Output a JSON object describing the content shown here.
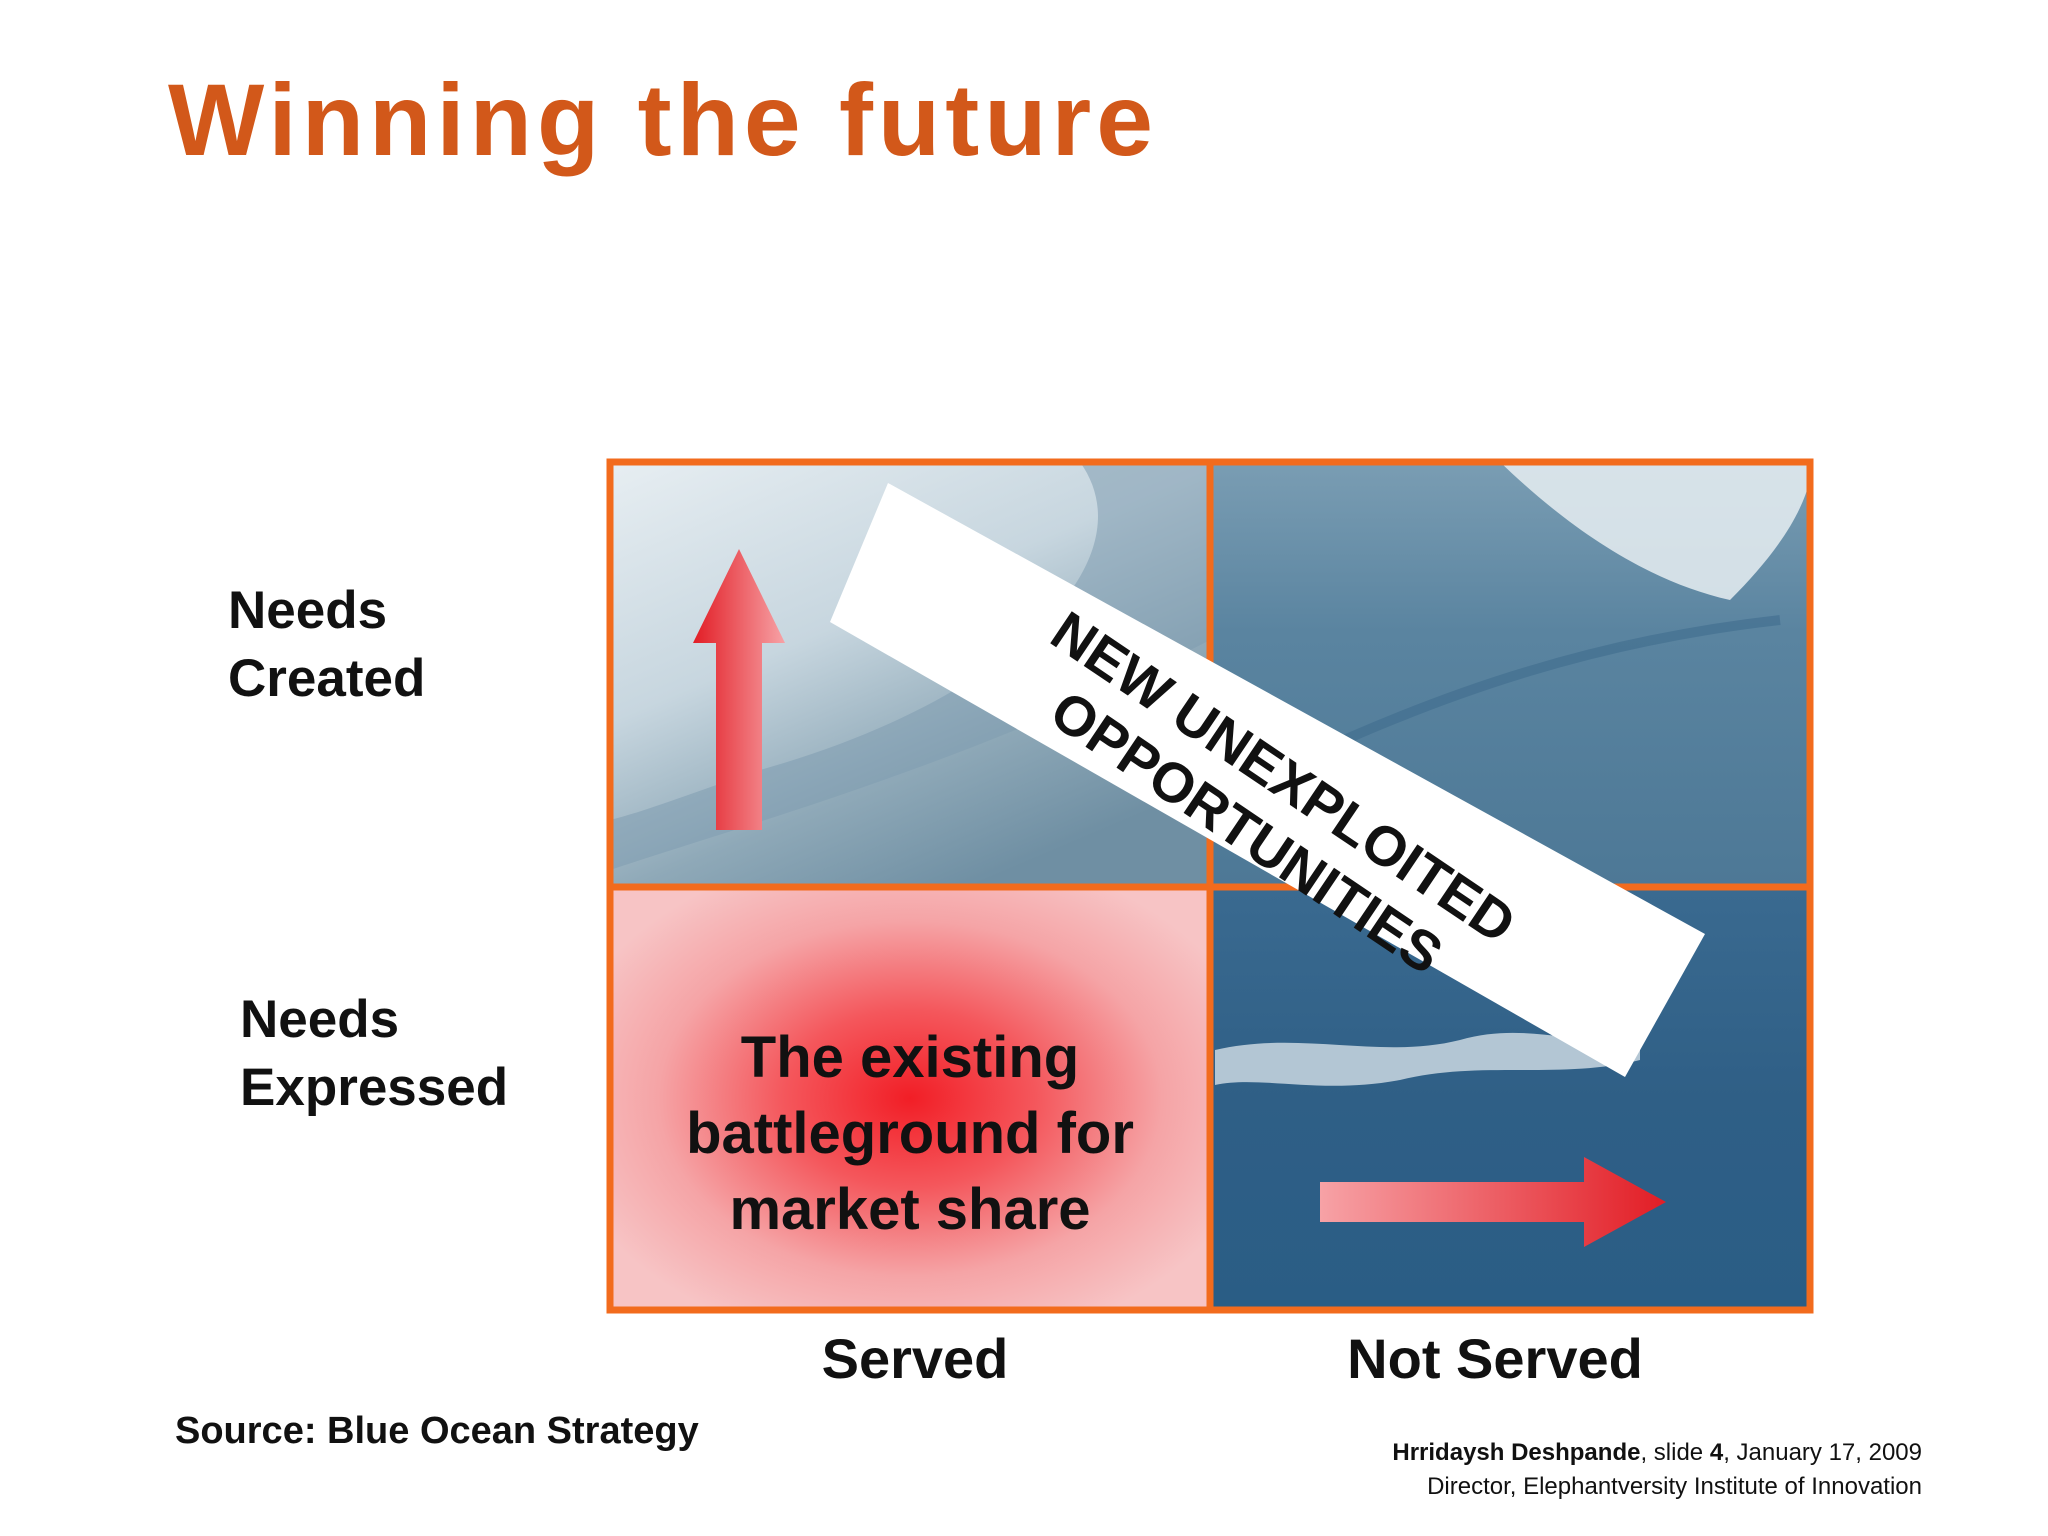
{
  "title": "Winning the future",
  "rows": {
    "top": [
      "Needs",
      "Created"
    ],
    "bottom": [
      "Needs",
      "Expressed"
    ]
  },
  "columns": {
    "left": "Served",
    "right": "Not Served"
  },
  "banner": [
    "NEW UNEXPLOITED",
    "OPPORTUNITIES"
  ],
  "battleground": [
    "The existing",
    "battleground for",
    "market share"
  ],
  "source": "Source: Blue Ocean Strategy",
  "footer": {
    "author": "Hrridaysh Deshpande",
    "slide_prefix": ", slide ",
    "slide_number": "4",
    "date": ", January 17, 2009",
    "role": "Director, Elephantversity Institute of Innovation"
  },
  "colors": {
    "title": "#d2581a",
    "grid_border": "#f26b1d",
    "arrow_red": "#e8222a",
    "ocean_dark": "#2f5f86",
    "ocean_light": "#b9cbd6"
  },
  "icons": {
    "up_arrow": "arrow-up-icon",
    "right_arrow": "arrow-right-icon"
  }
}
